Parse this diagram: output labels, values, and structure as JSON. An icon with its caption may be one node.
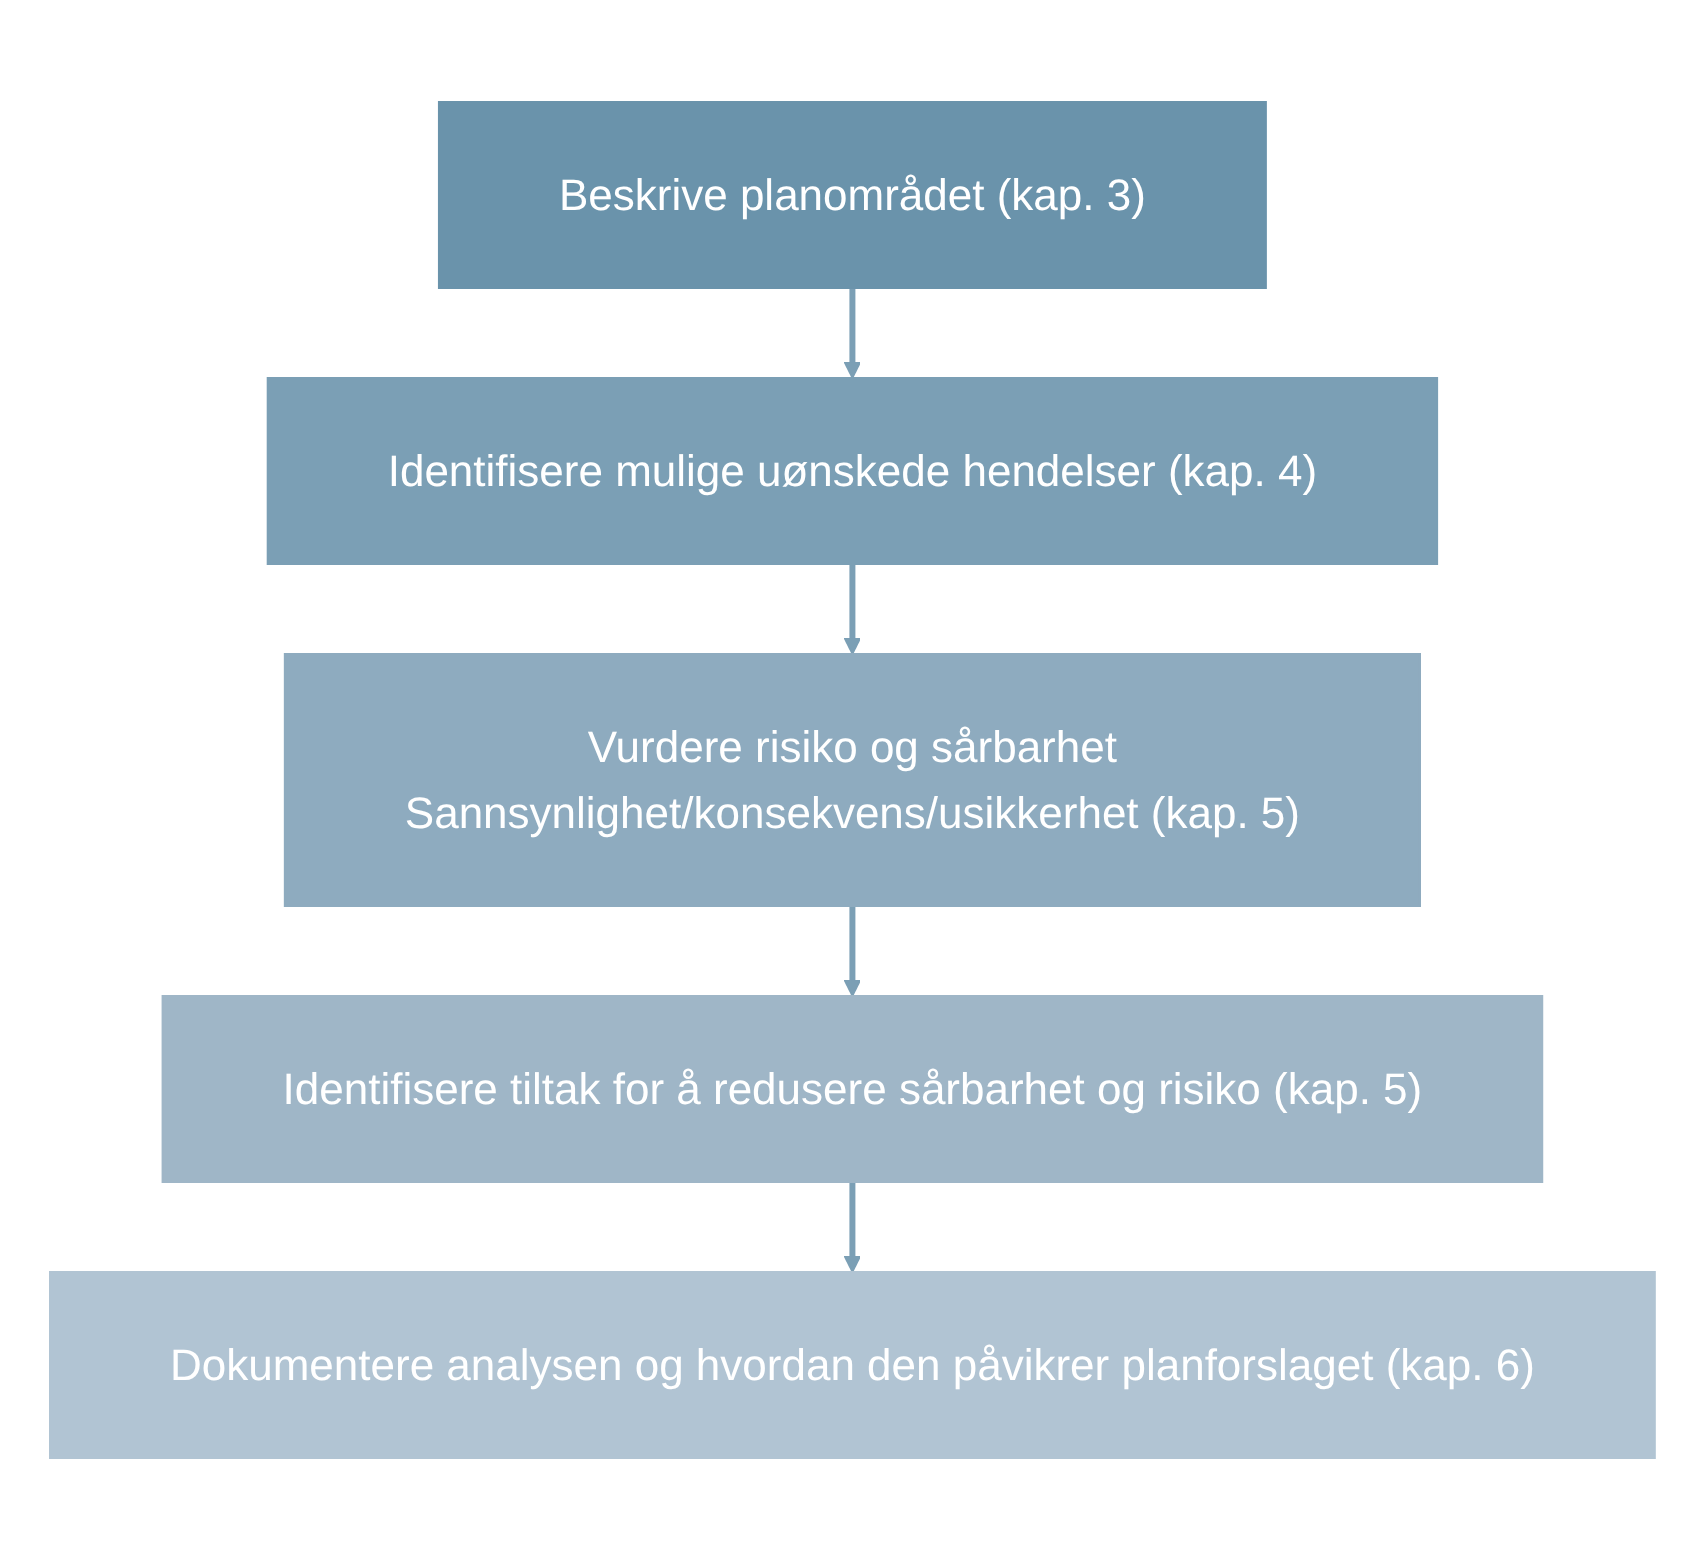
{
  "diagram": {
    "nodes": [
      {
        "text": [
          "Beskrive planområdet (kap. 3)"
        ]
      },
      {
        "text": [
          "Identifisere mulige uønskede hendelser (kap. 4)"
        ]
      },
      {
        "text": [
          "Vurdere risiko og sårbarhet",
          "Sannsynlighet/konsekvens/usikkerhet (kap. 5)"
        ]
      },
      {
        "text": [
          "Identifisere tiltak for å redusere sårbarhet og risiko (kap. 5)"
        ]
      },
      {
        "text": [
          "Dokumentere analysen og hvordan den påvikrer planforslaget (kap. 6)"
        ]
      }
    ],
    "edges": [
      {
        "from": 0,
        "to": 1,
        "arrow": "to"
      },
      {
        "from": 1,
        "to": 2,
        "arrow": "to"
      },
      {
        "from": 2,
        "to": 3,
        "arrow": "to"
      },
      {
        "from": 3,
        "to": 4,
        "arrow": "to"
      }
    ]
  }
}
